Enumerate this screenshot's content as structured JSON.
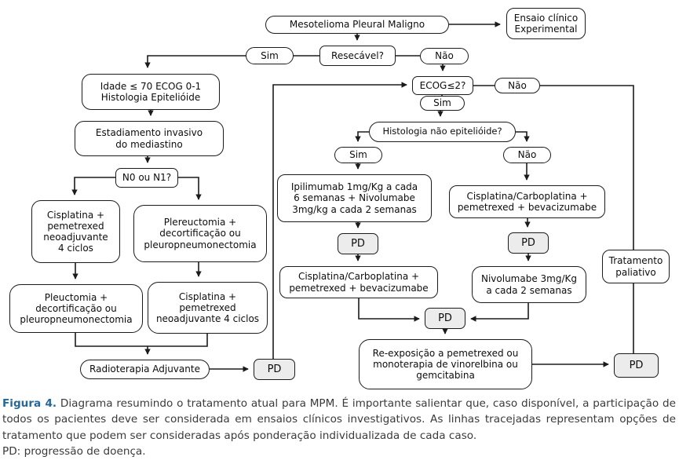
{
  "colors": {
    "node_border": "#1b1b1b",
    "pd_fill": "#ececec",
    "figure_label_blue": "#27689a",
    "caption_text": "#3a3a3a"
  },
  "diagram": {
    "nodes": {
      "mesotelioma": {
        "label": "Mesotelioma Pleural Maligno"
      },
      "ensaio": {
        "label": "Ensaio clínico\nExperimental"
      },
      "sim_resecavel": {
        "label": "Sim"
      },
      "resecavel": {
        "label": "Resecável?"
      },
      "nao_resecavel": {
        "label": "Não"
      },
      "idade": {
        "label": "Idade ≤ 70 ECOG 0-1\nHistologia Epitelióide"
      },
      "estadiamento": {
        "label": "Estadiamento invasivo\ndo mediastino"
      },
      "n0n1": {
        "label": "N0 ou N1?"
      },
      "cisplatina_neo1": {
        "label": "Cisplatina +\npemetrexed\nneoadjuvante\n4 ciclos"
      },
      "plereuctomia": {
        "label": "Plereuctomia +\ndecortificação ou\npleuropneumonectomia"
      },
      "pleuctomia": {
        "label": "Pleuctomia +\ndecortificação ou\npleuropneumonectomia"
      },
      "cisplatina_neo2": {
        "label": "Cisplatina +\npemetrexed\nneoadjuvante 4 ciclos"
      },
      "radioterapia": {
        "label": "Radioterapia Adjuvante"
      },
      "pd1": {
        "label": "PD"
      },
      "ecog": {
        "label": "ECOG≤2?"
      },
      "sim_ecog": {
        "label": "Sim"
      },
      "nao_ecog": {
        "label": "Não"
      },
      "histologia": {
        "label": "Histologia não epitelióide?"
      },
      "sim_hist": {
        "label": "Sim"
      },
      "nao_hist": {
        "label": "Não"
      },
      "ipilimumab": {
        "label": "Ipilimumab 1mg/Kg a cada\n6 semanas + Nivolumabe\n3mg/kg a cada 2 semanas"
      },
      "pd2": {
        "label": "PD"
      },
      "cisplatina_carbo1": {
        "label": "Cisplatina/Carboplatina +\npemetrexed + bevacizumabe"
      },
      "cisplatina_carbo2": {
        "label": "Cisplatina/Carboplatina +\npemetrexed + bevacizumabe"
      },
      "pd3": {
        "label": "PD"
      },
      "nivolumabe": {
        "label": "Nivolumabe 3mg/Kg\na cada 2 semanas"
      },
      "pd4": {
        "label": "PD"
      },
      "reexposicao": {
        "label": "Re-exposição a pemetrexed ou\nmonoterapia de vinorelbina ou\ngemcitabina"
      },
      "tratamento_paliativo": {
        "label": "Tratamento\npaliativo"
      },
      "pd5": {
        "label": "PD"
      }
    }
  },
  "caption": {
    "label": "Figura 4.",
    "body": "Diagrama resumindo o tratamento atual para MPM. É importante salientar que, caso disponível, a participação de todos os pacientes deve ser considerada em ensaios clínicos investigativos. As linhas tracejadas representam opções de tratamento que podem ser consideradas após ponderação individualizada de cada caso.",
    "note": "PD: progressão de doença."
  }
}
